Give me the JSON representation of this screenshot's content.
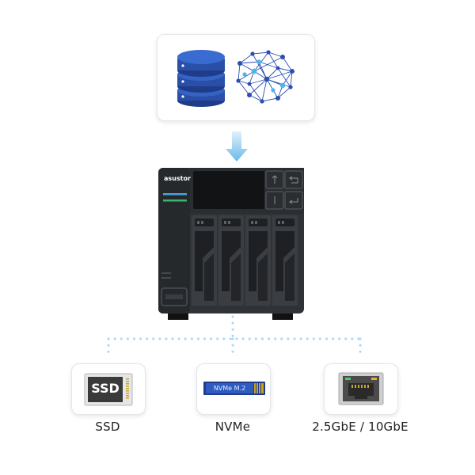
{
  "nas": {
    "brand": "asustor",
    "led_colors": {
      "blue": "#4aa3df",
      "green": "#3cb371"
    }
  },
  "top_card": {
    "icons": [
      "database-icon",
      "neural-network-icon"
    ]
  },
  "down_arrow": {
    "icon": "down-arrow-icon",
    "color": "#7cc4ef"
  },
  "connector": {
    "style": "dotted",
    "color": "#a9d8f2"
  },
  "outputs": [
    {
      "id": "ssd",
      "icon": "ssd-icon",
      "icon_text": "SSD",
      "label": "SSD"
    },
    {
      "id": "nvme",
      "icon": "nvme-icon",
      "icon_text": "NVMe M.2",
      "label": "NVMe"
    },
    {
      "id": "eth",
      "icon": "ethernet-port-icon",
      "label": "2.5GbE / 10GbE"
    }
  ]
}
